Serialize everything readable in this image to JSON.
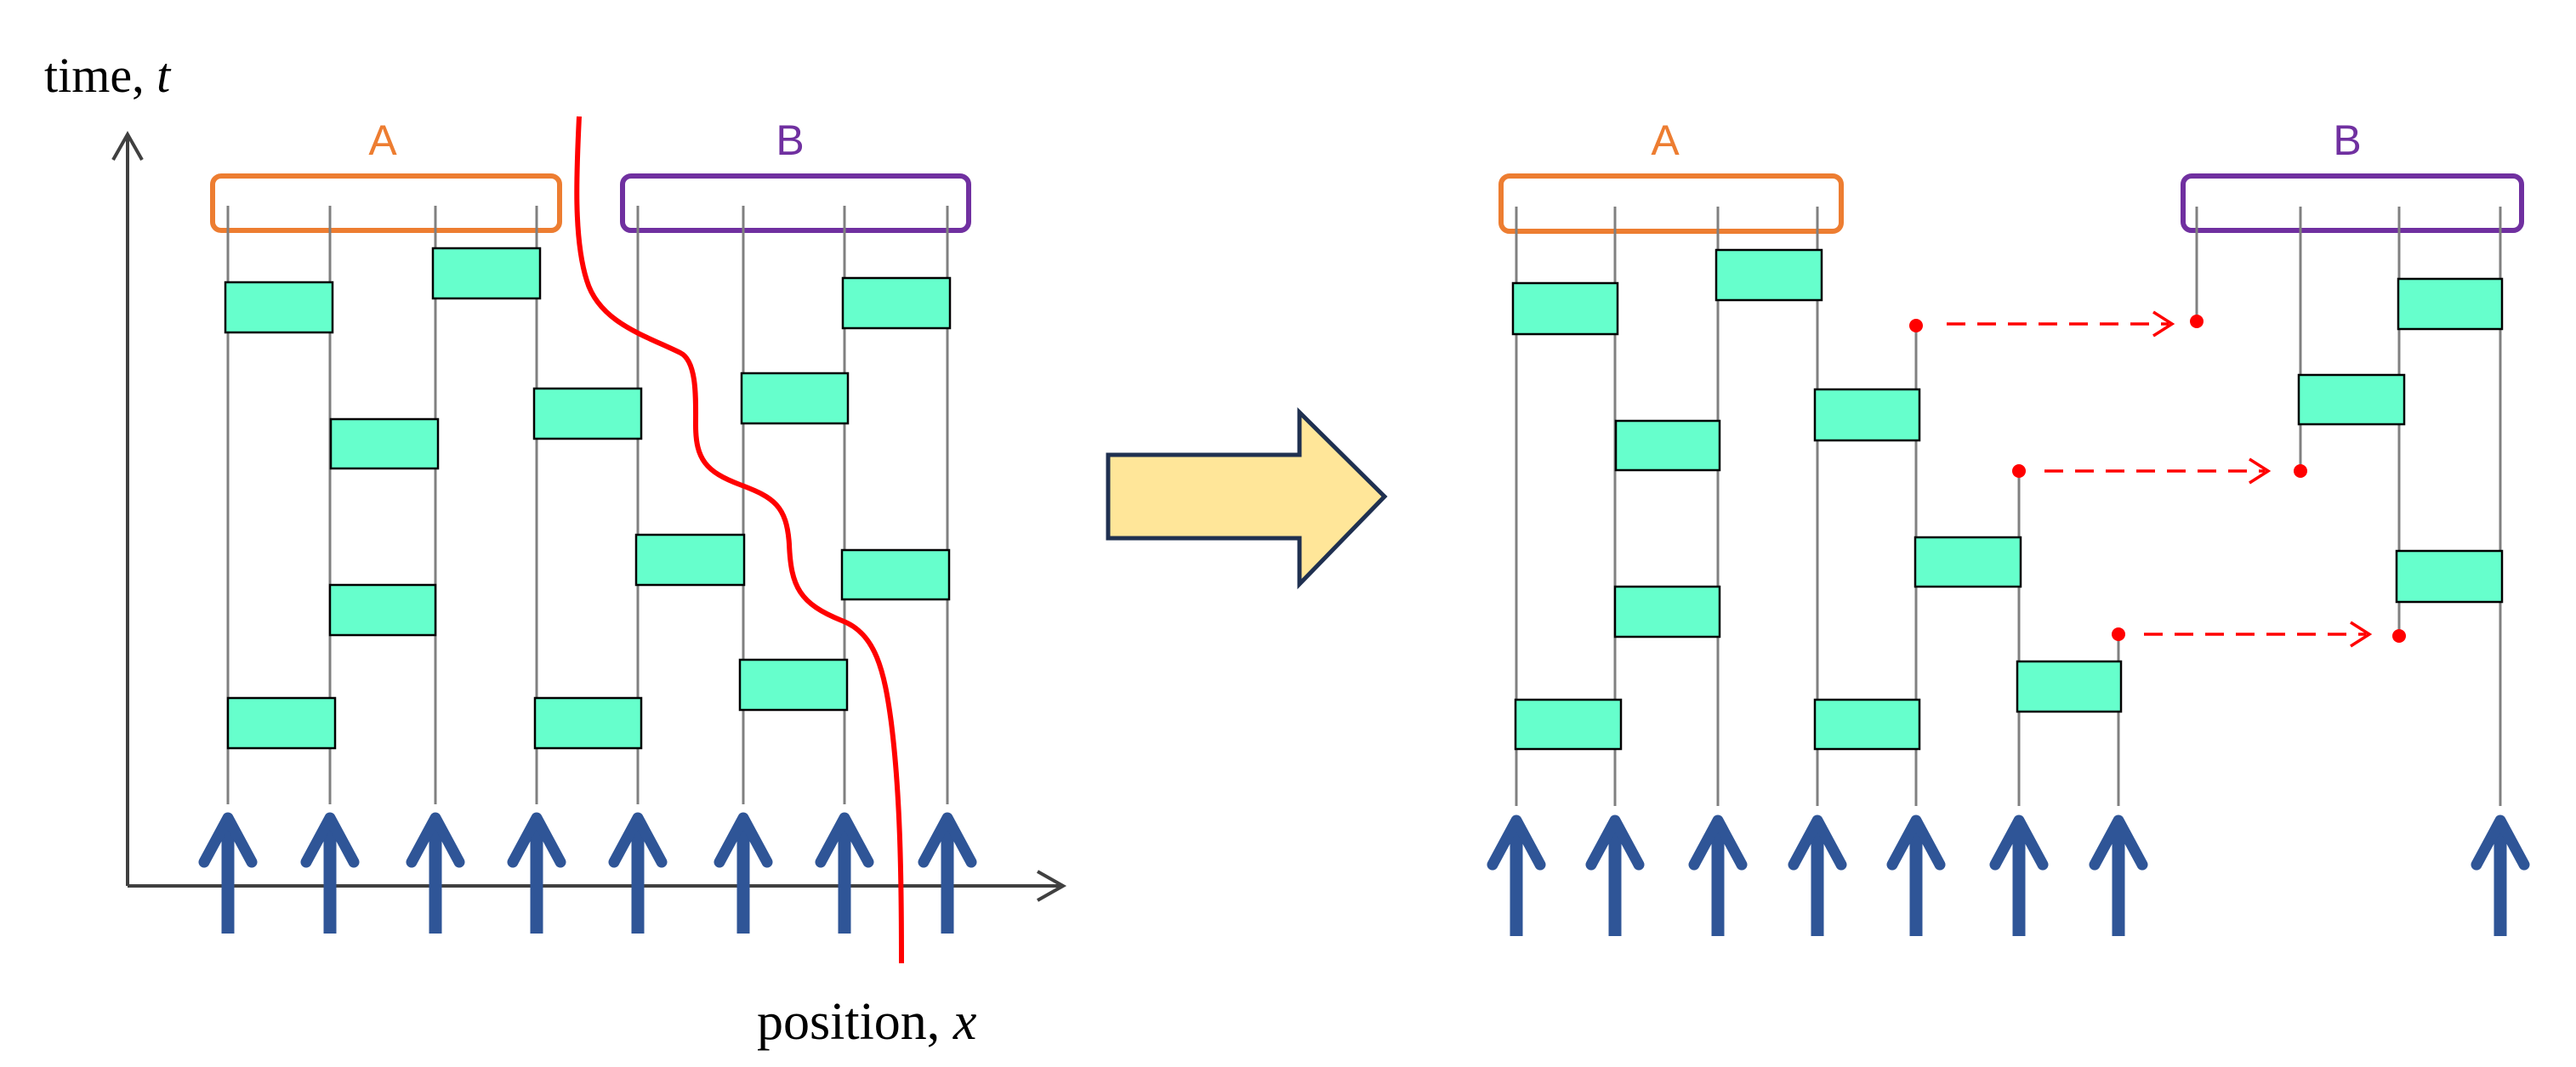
{
  "left_panel": {
    "y_axis_label": "time, ",
    "y_axis_var": "t",
    "x_axis_label": "position, ",
    "x_axis_var": "x",
    "group_a_label": "A",
    "group_b_label": "B"
  },
  "right_panel": {
    "group_a_label": "A",
    "group_b_label": "B"
  },
  "colors": {
    "group_a": "#ED7D31",
    "group_b": "#7030A0",
    "gate_fill": "#66FFCC",
    "wire": "#808080",
    "input_arrow": "#2F5597",
    "cut_line": "#FF0000",
    "transform_arrow_fill": "#FFE699",
    "transform_arrow_stroke": "#1F3050"
  },
  "icons": {
    "transform": "right-arrow-icon",
    "input": "up-arrow-icon"
  }
}
